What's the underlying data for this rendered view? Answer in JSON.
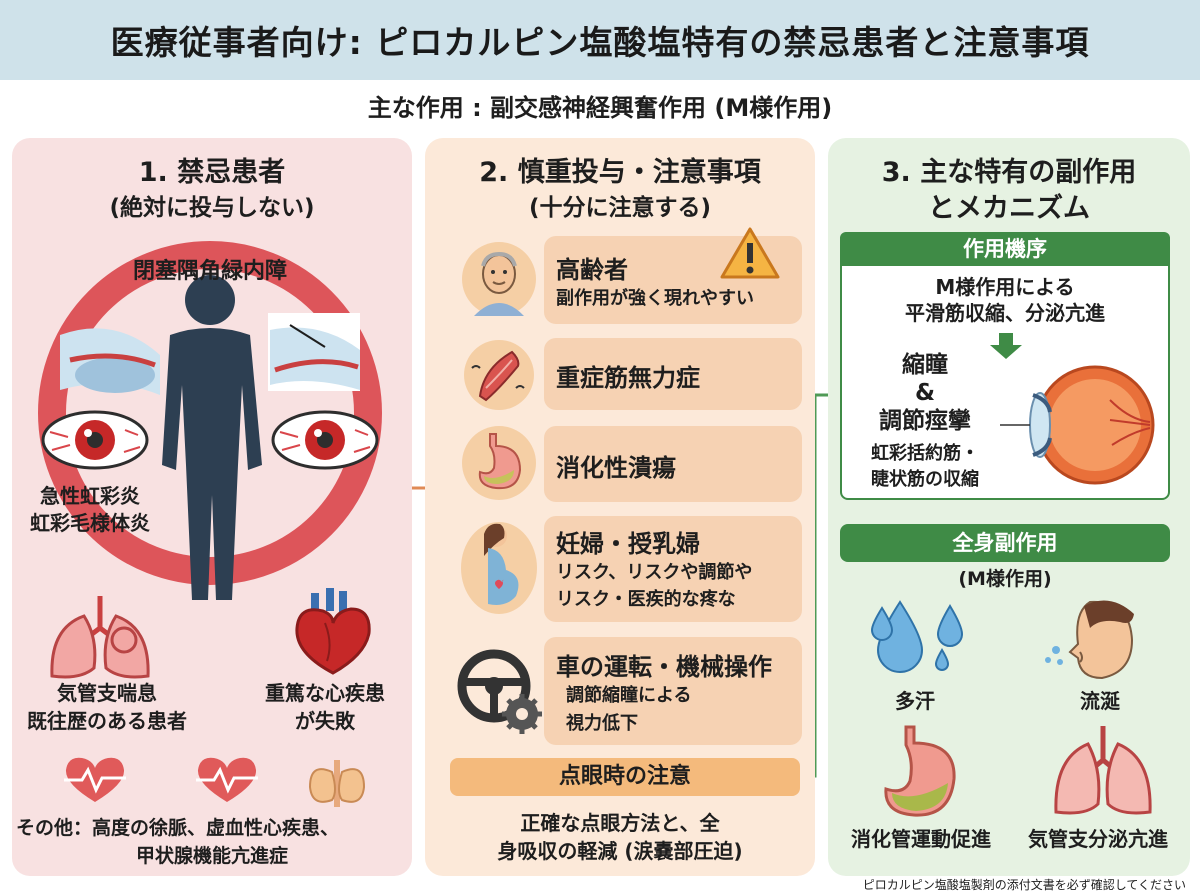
{
  "header": {
    "title": "医療従事者向け: ピロカルピン塩酸塩特有の禁忌患者と注意事項"
  },
  "subtitle": "主な作用 : 副交感神経興奮作用 (M様作用)",
  "col1": {
    "title": "1. 禁忌患者",
    "subtitle": "(絶対に投与しない)",
    "glaucoma": "閉塞隅角緑内障",
    "iritis_1": "急性虹彩炎",
    "iritis_2": "虹彩毛様体炎",
    "asthma_1": "気管支喘息",
    "asthma_2": "既往歴のある患者",
    "heart_1": "重篤な心疾患",
    "heart_2": "が失敗",
    "other_1": "その他：高度の徐脈、虚血性心疾患、",
    "other_2": "甲状腺機能亢進症"
  },
  "col2": {
    "title": "2. 慎重投与・注意事項",
    "subtitle": "(十分に注意する)",
    "elderly_title": "高齢者",
    "elderly_sub": "副作用が強く現れやすい",
    "mg_title": "重症筋無力症",
    "ulcer_title": "消化性潰瘍",
    "preg_title": "妊婦・授乳婦",
    "preg_sub_1": "リスク、リスクや調節や",
    "preg_sub_2": "リスク・医疾的な疼な",
    "drive_title": "車の運転・機械操作",
    "drive_sub_1": "調節縮瞳による",
    "drive_sub_2": "視力低下",
    "eyedrop_title": "点眼時の注意",
    "eyedrop_sub_1": "正確な点眼方法と、全",
    "eyedrop_sub_2": "身吸収の軽減 (涙嚢部圧迫)"
  },
  "col3": {
    "title_1": "3. 主な特有の副作用",
    "title_2": "とメカニズム",
    "mech_bar": "作用機序",
    "mech_1": "M様作用による",
    "mech_2": "平滑筋収縮、分泌亢進",
    "miosis": "縮瞳",
    "amp": "&",
    "spasm": "調節痙攣",
    "muscle_1": "虹彩括約筋・",
    "muscle_2": "睫状筋の収縮",
    "sys_bar": "全身副作用",
    "sys_sub": "(M様作用)",
    "sweat": "多汗",
    "saliva": "流涎",
    "gi": "消化管運動促進",
    "bronch": "気管支分泌亢進"
  },
  "footer": "ピロカルピン塩酸塩製剤の添付文書を必ず確認してください",
  "colors": {
    "header_bg": "#cfe2ea",
    "col1_bg": "#f8e1e1",
    "col2_bg": "#fce9d9",
    "col3_bg": "#e6f2e2",
    "prohibit": "#d9464b",
    "accent_green": "#3f8b46",
    "card_orange": "#f6d2b3",
    "eyedrop_bar": "#f4ba7c"
  }
}
